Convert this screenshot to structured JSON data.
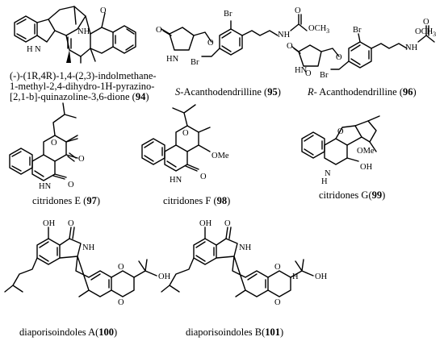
{
  "compounds": [
    {
      "number": "94",
      "name_lines": [
        "(-)-(1R,4R)-1,4-(2,3)-indolmethane-",
        "1-methyl-2,4-dihydro-1H-pyrazino-",
        "[2,1-b]-quinazoline-3,6-dione ("
      ],
      "close": ")"
    },
    {
      "number": "95",
      "prefix": "S",
      "name": "-Acanthodendrilline (",
      "close": ")"
    },
    {
      "number": "96",
      "prefix": "R",
      "name": "- Acanthodendrilline  (",
      "close": ")"
    },
    {
      "number": "97",
      "name": "citridones E (",
      "close": ")"
    },
    {
      "number": "98",
      "name": "citridones F (",
      "close": ")"
    },
    {
      "number": "99",
      "name": "citridones G(",
      "close": ")"
    },
    {
      "number": "100",
      "name": "diaporisoindoles A(",
      "close": ")"
    },
    {
      "number": "101",
      "name": "diaporisoindoles B(",
      "close": ")"
    }
  ],
  "atom_labels": {
    "o": "O",
    "nh": "NH",
    "h": "H",
    "n": "N",
    "br": "Br",
    "hn": "HN",
    "och3": "OCH",
    "three": "3",
    "ome": "OMe",
    "oh": "OH"
  }
}
